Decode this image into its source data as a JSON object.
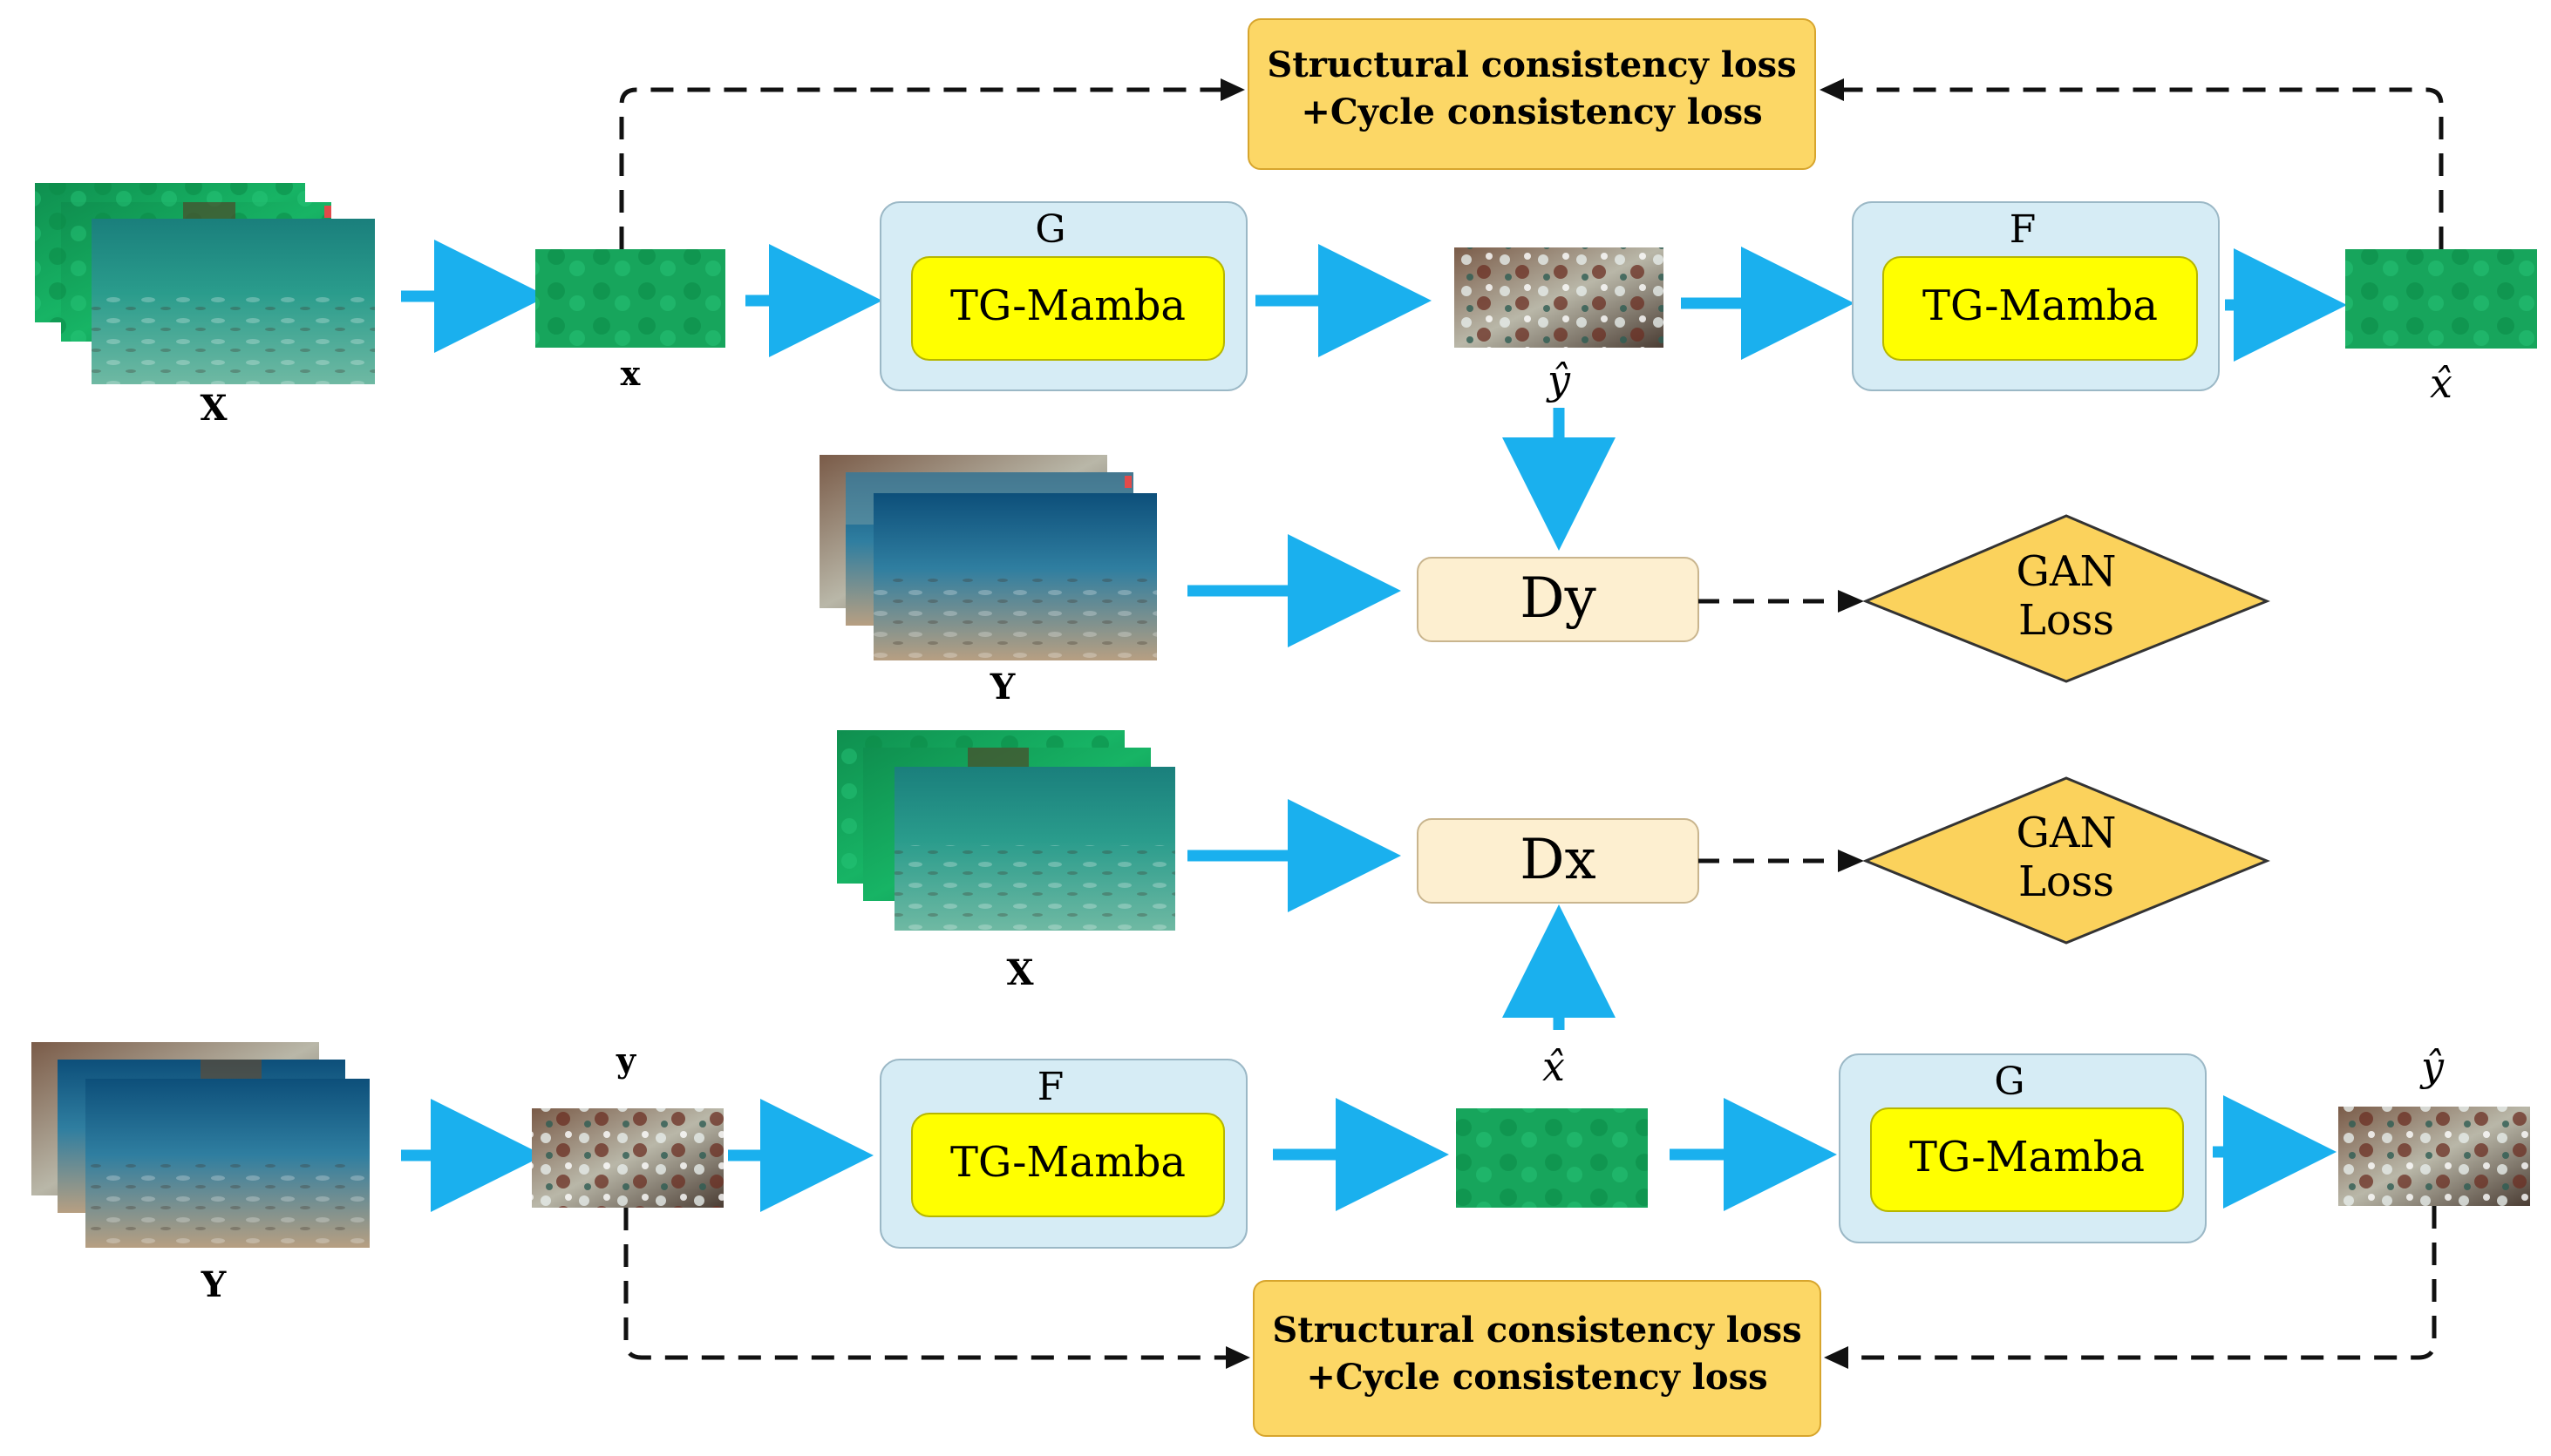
{
  "top": {
    "loss_line1": "Structural consistency loss",
    "loss_line2": "+Cycle consistency loss",
    "domain_label": "X",
    "x_label": "x",
    "g_label": "G",
    "g_module": "TG-Mamba",
    "yhat_label": "ŷ",
    "f_label": "F",
    "f_module": "TG-Mamba",
    "xhat_label": "x̂"
  },
  "discriminators": {
    "y_set_label": "Y",
    "dy_label": "Dy",
    "gan_top_line1": "GAN",
    "gan_top_line2": "Loss",
    "x_set_label": "X",
    "dx_label": "Dx",
    "gan_bottom_line1": "GAN",
    "gan_bottom_line2": "Loss"
  },
  "bottom": {
    "domain_label": "Y",
    "y_label": "y",
    "f_label": "F",
    "f_module": "TG-Mamba",
    "xhat_label": "x̂",
    "g_label": "G",
    "g_module": "TG-Mamba",
    "yhat_label": "ŷ",
    "loss_line1": "Structural consistency loss",
    "loss_line2": "+Cycle consistency loss"
  },
  "colors": {
    "arrow": "#1ab0ee",
    "loss_box": "#fcd766",
    "module_outer": "#d6ecf5",
    "module_inner": "#ffff00",
    "disc_box": "#fdefd0",
    "diamond": "#fbd25c",
    "green_image": "#13a35b",
    "blue_image": "#1c6a8a",
    "dirty_image": "#5c4b3f"
  }
}
